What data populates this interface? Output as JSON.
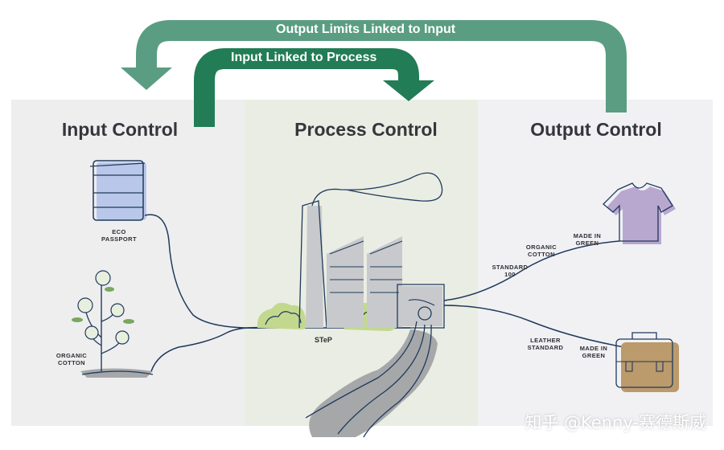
{
  "arrows": {
    "outer_label": "Output Limits Linked to Input",
    "inner_label": "Input Linked to Process",
    "outer_color": "#5a9d82",
    "inner_color": "#227c55"
  },
  "panels": {
    "input_title": "Input Control",
    "process_title": "Process Control",
    "output_title": "Output Control"
  },
  "labels": {
    "eco_passport_line1": "ECO",
    "eco_passport_line2": "PASSPORT",
    "organic_cotton_input_line1": "ORGANIC",
    "organic_cotton_input_line2": "COTTON",
    "step": "STeP",
    "standard100_line1": "STANDARD",
    "standard100_line2": "100",
    "organic_cotton_output_line1": "ORGANIC",
    "organic_cotton_output_line2": "COTTON",
    "made_in_green_shirt_line1": "MADE IN",
    "made_in_green_shirt_line2": "GREEN",
    "leather_standard_line1": "LEATHER",
    "leather_standard_line2": "STANDARD",
    "made_in_green_bag_line1": "MADE IN",
    "made_in_green_bag_line2": "GREEN"
  },
  "watermark": "知乎 @Kenny-赛德斯威",
  "icons": [
    "barrel-icon",
    "cotton-plant-icon",
    "factory-icon",
    "river-icon",
    "tshirt-icon",
    "bag-icon"
  ]
}
